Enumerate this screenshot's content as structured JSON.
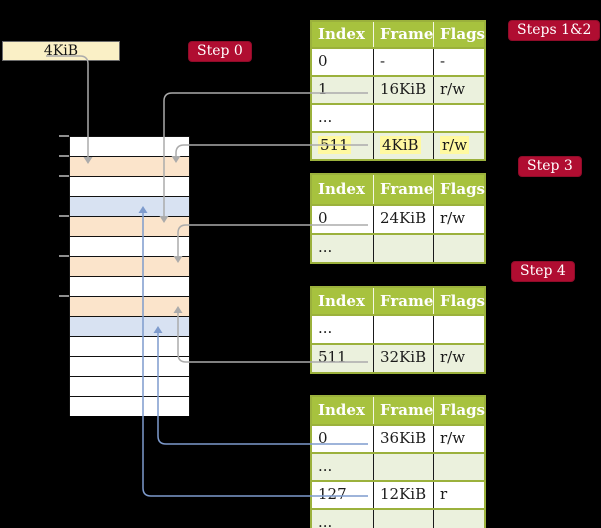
{
  "colors": {
    "background": "#000000",
    "badge_bg": "#B00D31",
    "badge_text": "#FFFFFF",
    "table_header_bg": "#A7C23E",
    "table_border": "#9BB13C",
    "row_white": "#FFFFFF",
    "row_shade": "#EBF1DD",
    "highlight": "#FFF9A0",
    "frame_white": "#FFFFFF",
    "frame_peach": "#FBE4CB",
    "frame_blue": "#D8E2F2",
    "connector_gray": "#ABABAB",
    "connector_blue": "#7E9BCD",
    "size_box_bg": "#FAF0C6"
  },
  "size_box": {
    "label": "4KiB"
  },
  "badges": {
    "step0": "Step 0",
    "steps12": "Steps 1&2",
    "step3": "Step 3",
    "step4": "Step 4"
  },
  "memory_column": {
    "rows": [
      "white",
      "peach",
      "white",
      "blue",
      "peach",
      "white",
      "peach",
      "white",
      "peach",
      "blue",
      "white",
      "white",
      "white",
      "white"
    ],
    "ticks_at_rows": [
      0,
      1,
      2,
      4,
      6,
      8
    ]
  },
  "page_tables": [
    {
      "name": "page-table-steps-1-2",
      "headers": [
        "Index",
        "Frame",
        "Flags"
      ],
      "rows": [
        {
          "index": "0",
          "frame": "-",
          "flags": "-",
          "shaded": false,
          "highlight": false
        },
        {
          "index": "1",
          "frame": "16KiB",
          "flags": "r/w",
          "shaded": true,
          "highlight": false
        },
        {
          "index": "...",
          "frame": "",
          "flags": "",
          "shaded": false,
          "highlight": false
        },
        {
          "index": "511",
          "frame": "4KiB",
          "flags": "r/w",
          "shaded": true,
          "highlight": true
        }
      ]
    },
    {
      "name": "page-table-step-3",
      "headers": [
        "Index",
        "Frame",
        "Flags"
      ],
      "rows": [
        {
          "index": "0",
          "frame": "24KiB",
          "flags": "r/w",
          "shaded": false,
          "highlight": false
        },
        {
          "index": "...",
          "frame": "",
          "flags": "",
          "shaded": true,
          "highlight": false
        }
      ]
    },
    {
      "name": "page-table-step-4",
      "headers": [
        "Index",
        "Frame",
        "Flags"
      ],
      "rows": [
        {
          "index": "...",
          "frame": "",
          "flags": "",
          "shaded": false,
          "highlight": false
        },
        {
          "index": "511",
          "frame": "32KiB",
          "flags": "r/w",
          "shaded": true,
          "highlight": false
        }
      ]
    },
    {
      "name": "page-table-leaf",
      "headers": [
        "Index",
        "Frame",
        "Flags"
      ],
      "rows": [
        {
          "index": "0",
          "frame": "36KiB",
          "flags": "r/w",
          "shaded": false,
          "highlight": false
        },
        {
          "index": "...",
          "frame": "",
          "flags": "",
          "shaded": true,
          "highlight": false
        },
        {
          "index": "127",
          "frame": "12KiB",
          "flags": "r",
          "shaded": false,
          "highlight": false
        },
        {
          "index": "...",
          "frame": "",
          "flags": "",
          "shaded": true,
          "highlight": false
        }
      ]
    }
  ],
  "arrows": [
    {
      "id": "sizebox-to-frame",
      "from": "size-box",
      "to_frame_row": 1,
      "color": "gray"
    },
    {
      "id": "root-e1",
      "table": 0,
      "row": 1,
      "to_frame_row": 4,
      "color": "gray"
    },
    {
      "id": "root-e511",
      "table": 0,
      "row": 3,
      "to_frame_row": 1,
      "color": "gray"
    },
    {
      "id": "t2-e0",
      "table": 1,
      "row": 0,
      "to_frame_row": 6,
      "color": "gray"
    },
    {
      "id": "t3-e511",
      "table": 2,
      "row": 1,
      "to_frame_row": 8,
      "color": "gray",
      "from_below": true
    },
    {
      "id": "t4-e0",
      "table": 3,
      "row": 0,
      "to_frame_row": 9,
      "color": "blue",
      "from_below": true
    },
    {
      "id": "t4-e127",
      "table": 3,
      "row": 2,
      "to_frame_row": 3,
      "color": "blue",
      "from_below": true
    }
  ]
}
